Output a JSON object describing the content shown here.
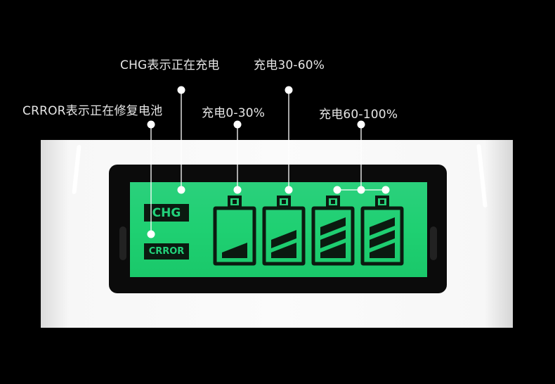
{
  "callouts": {
    "chg": "CHG表示正在充电",
    "error": "CRROR表示正在修复电池",
    "level_0_30": "充电0-30%",
    "level_30_60": "充电30-60%",
    "level_60_100": "充电60-100%"
  },
  "lcd": {
    "chg_label": "CHG",
    "error_label": "CRROR",
    "batteries": [
      {
        "bars": 1
      },
      {
        "bars": 2
      },
      {
        "bars": 3
      },
      {
        "bars": 3
      }
    ]
  },
  "colors": {
    "lcd_green": "#1fd072",
    "segment": "#0b1a10",
    "callout_text": "#e6e6e6"
  }
}
